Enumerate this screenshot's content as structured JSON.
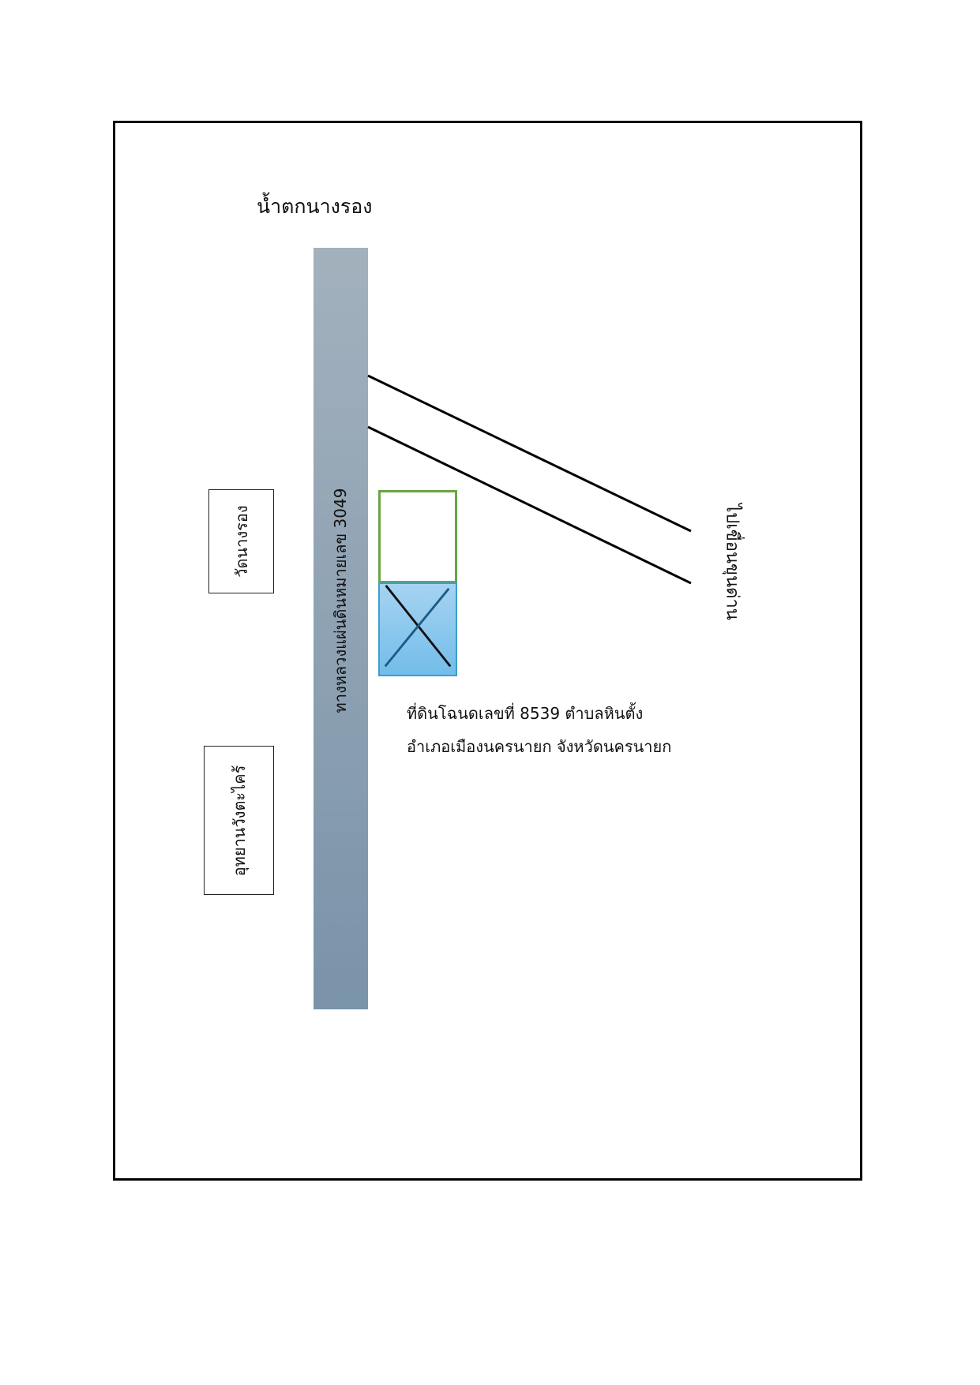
{
  "map": {
    "north_label": "น้ำตกนางรอง",
    "highway_label": "ทางหลวงแผ่นดินหมายเลข 3049",
    "temple_label": "วัดนางรอง",
    "park_label": "อุทยานวังตะไคร้",
    "destination_label": "ไปเขื่อนขุนด่าน",
    "parcel": {
      "line1": "ที่ดินโฉนดเลขที่ 8539 ตำบลหินตั้ง",
      "line2": "อำเภอเมืองนครนายก จังหวัดนครนายก"
    }
  },
  "colors": {
    "highway_top": "#a3b1bd",
    "highway_bottom": "#7a93a9",
    "plot_outline": "#6aa544",
    "plot_fill": "#8cc8ee",
    "plot_border": "#3a9fcc",
    "frame": "#000000"
  },
  "icons": {
    "plot_marker": "x-mark-icon"
  }
}
